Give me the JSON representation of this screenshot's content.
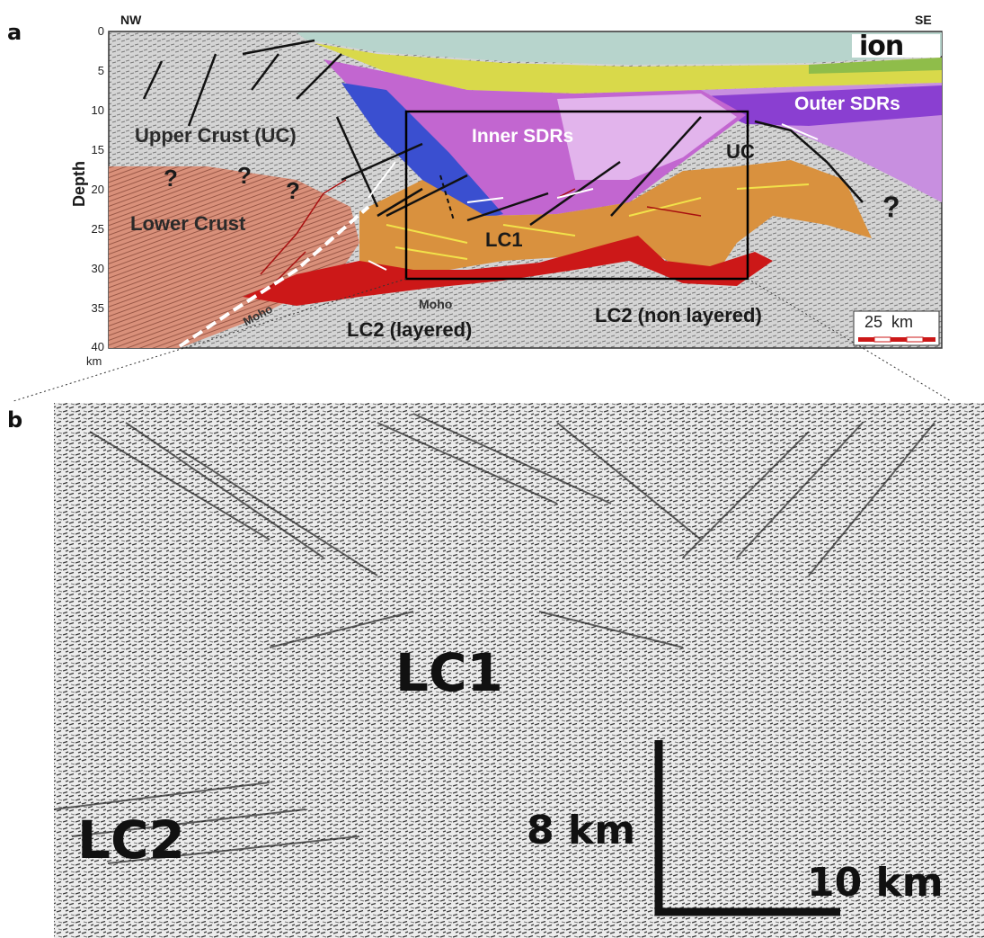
{
  "panel_a": {
    "letter": "a",
    "left_label": "NW",
    "right_label": "SE",
    "logo_text": "ion",
    "y_axis_label": "Depth",
    "y_unit": "km",
    "depth_ticks": [
      "0",
      "5",
      "10",
      "15",
      "20",
      "25",
      "30",
      "35",
      "40"
    ],
    "labels": {
      "upper_crust": "Upper Crust (UC)",
      "lower_crust": "Lower Crust",
      "inner_sdrs": "Inner SDRs",
      "outer_sdrs": "Outer SDRs",
      "uc": "UC",
      "lc1": "LC1",
      "lc2_layered": "LC2 (layered)",
      "lc2_non_layered": "LC2 (non layered)",
      "moho_1": "Moho",
      "moho_2": "Moho",
      "q1": "?",
      "q2": "?",
      "q3": "?",
      "q4": "?"
    },
    "scale_bar_label": "25  km",
    "colors": {
      "water": "#b7d4cc",
      "sediment_yellow": "#d9d94a",
      "inner_sdr": "#c266d0",
      "outer_sdr_purple": "#8a3fd1",
      "blue_wedge": "#3a4fd0",
      "lc1_orange": "#d9913e",
      "lc2_red": "#cc1818",
      "lower_crust": "#d9907a",
      "seismic_gray": "#c8c8c8"
    }
  },
  "panel_b": {
    "letter": "b",
    "labels": {
      "lc1": "LC1",
      "lc2": "LC2",
      "vertical_scale": "8 km",
      "horizontal_scale": "10 km"
    }
  }
}
